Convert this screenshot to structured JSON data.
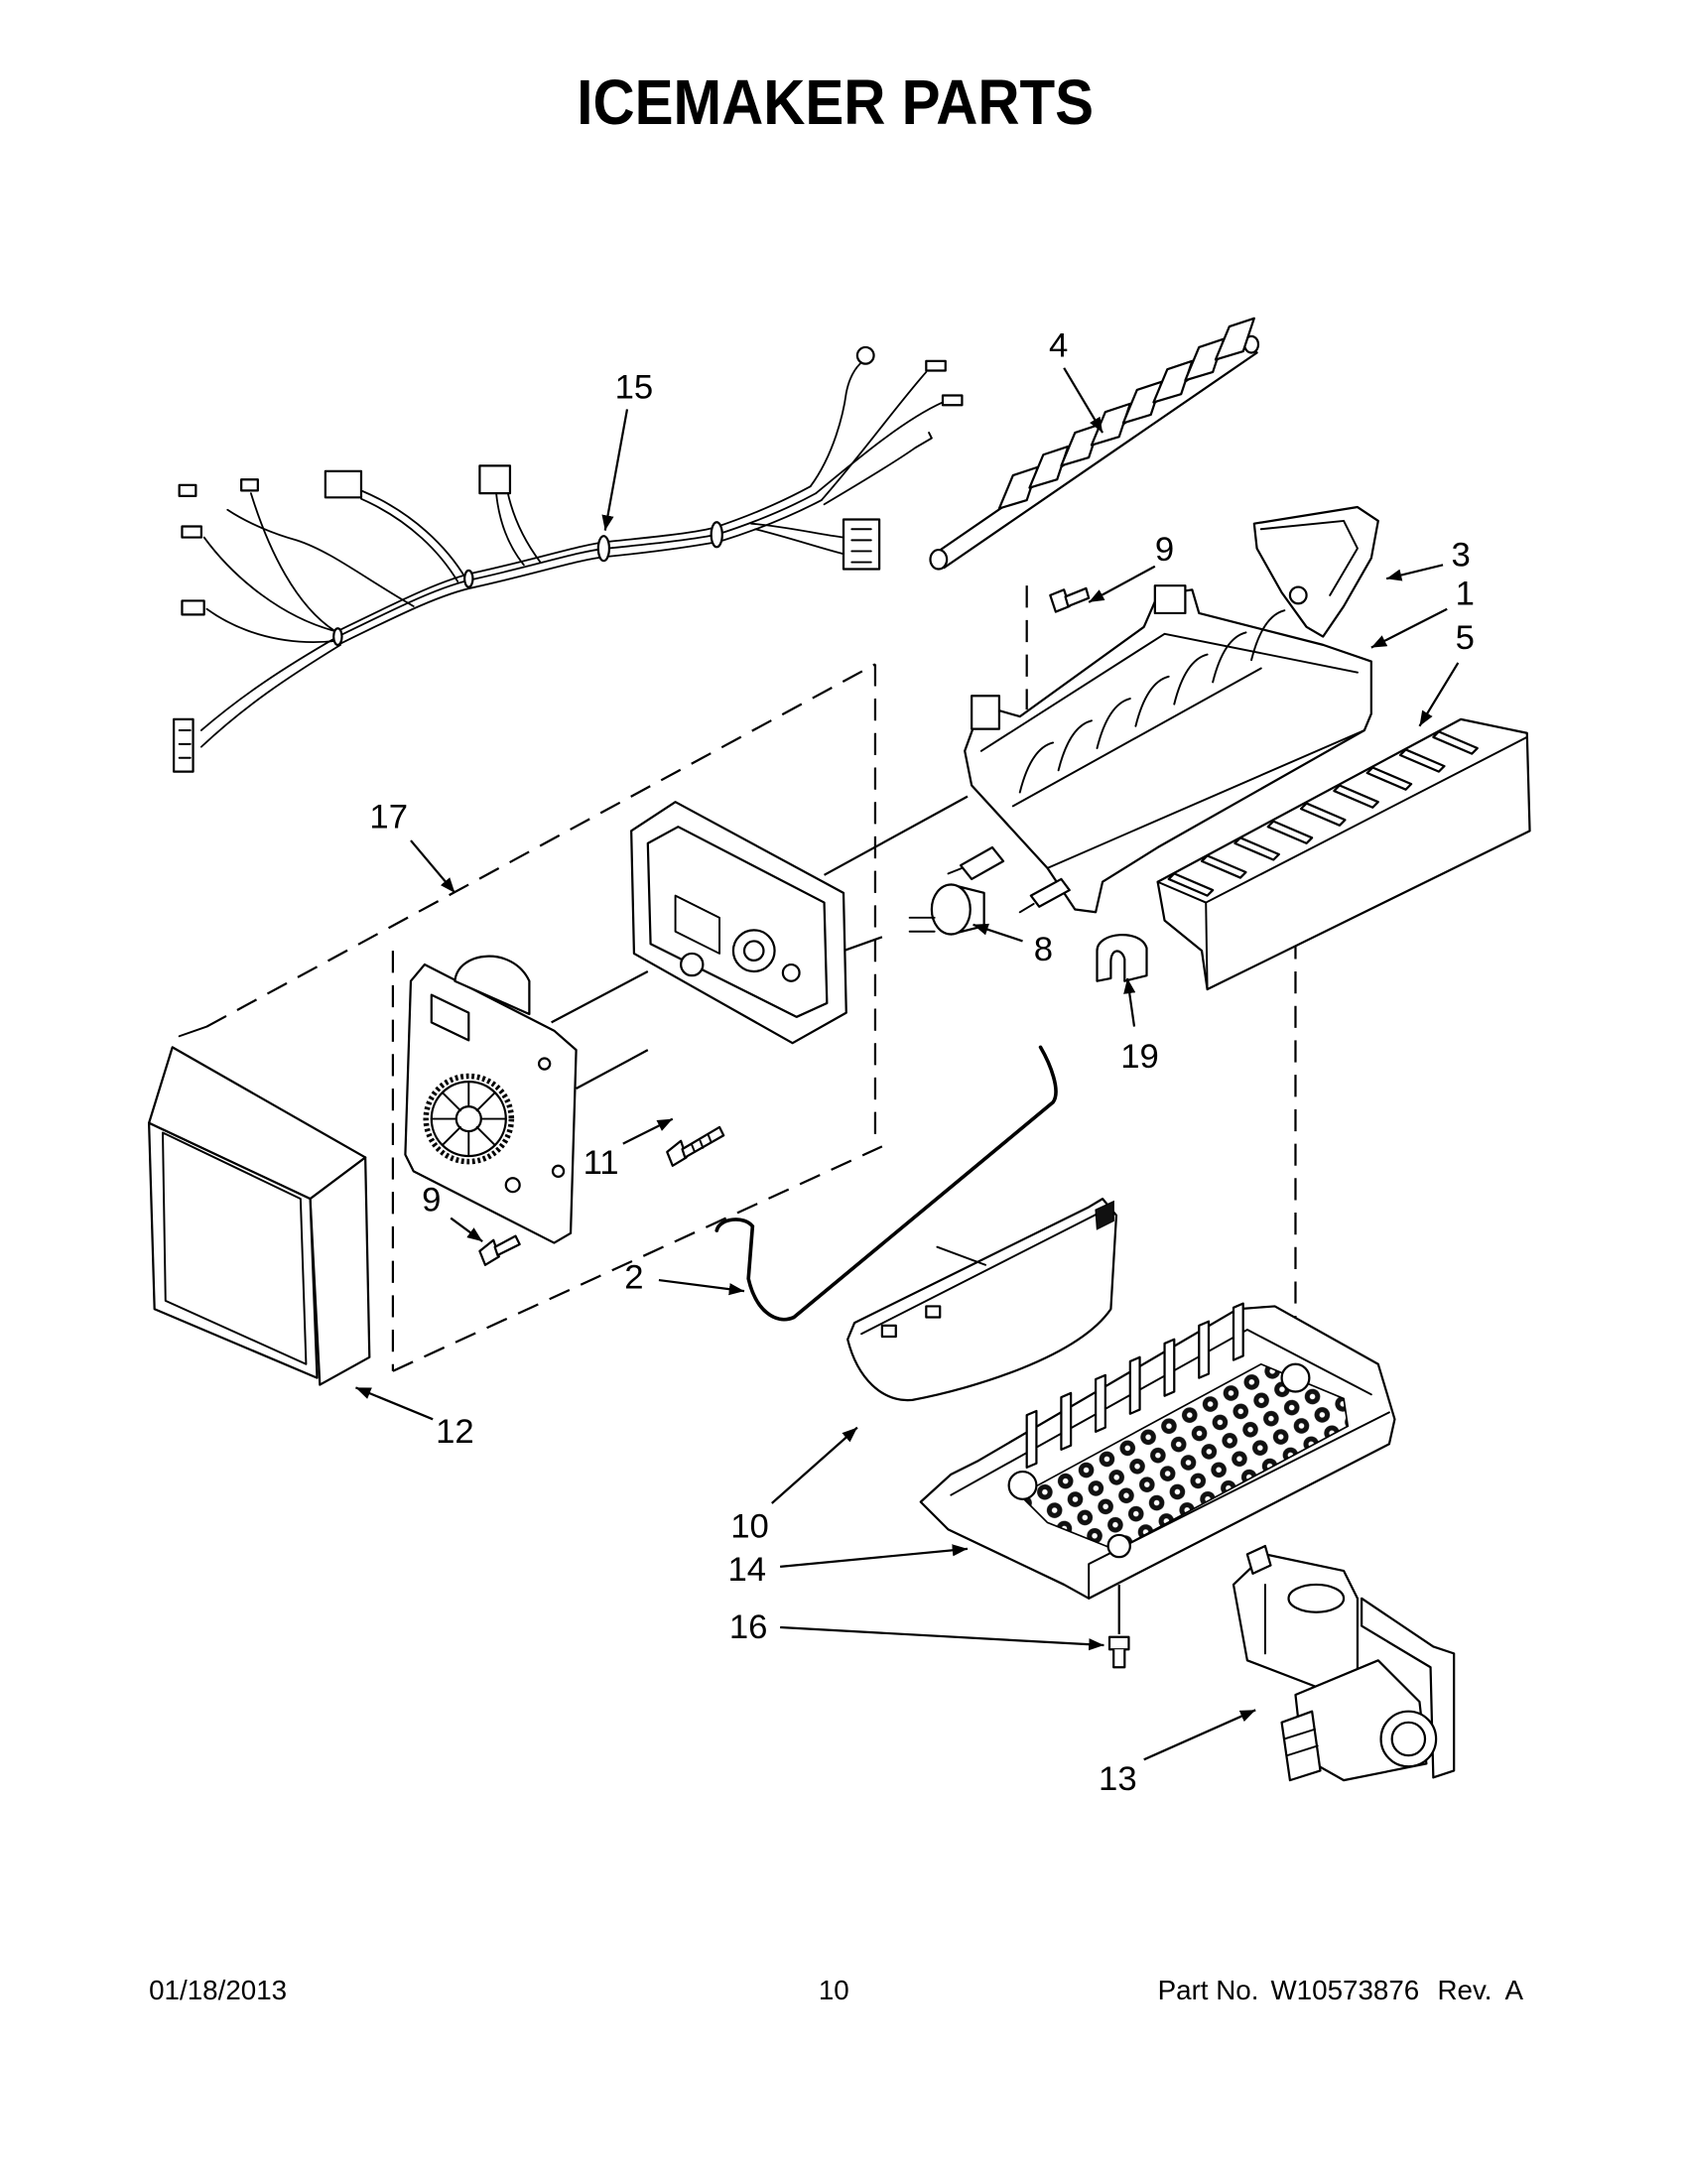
{
  "title": "ICEMAKER PARTS",
  "callouts": [
    "15",
    "4",
    "9",
    "3",
    "1",
    "5",
    "17",
    "8",
    "19",
    "11",
    "9",
    "2",
    "12",
    "10",
    "14",
    "16",
    "13"
  ],
  "footer": {
    "date": "01/18/2013",
    "page": "10",
    "part_no_label": "Part No.",
    "part_no": "W10573876",
    "rev_label": "Rev.",
    "rev": "A"
  }
}
